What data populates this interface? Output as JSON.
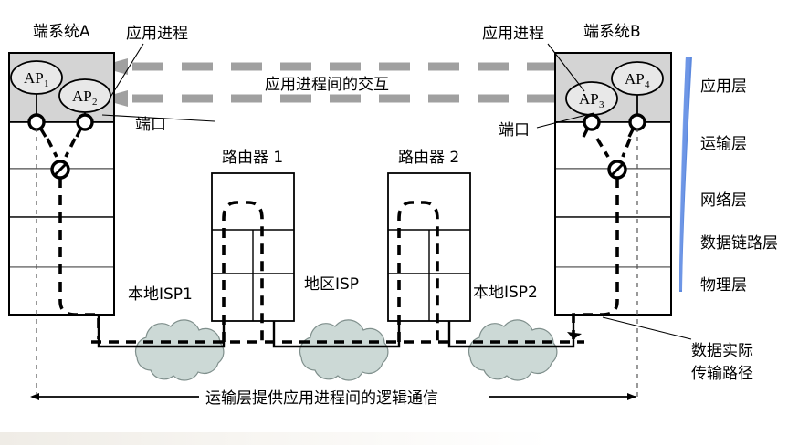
{
  "diagram": {
    "title_left": "端系统A",
    "title_right": "端系统B",
    "label_app_process_left": "应用进程",
    "label_app_process_right": "应用进程",
    "label_port_left": "端口",
    "label_port_right": "端口",
    "label_interaction": "应用进程间的交互",
    "label_router1": "路由器 1",
    "label_router2": "路由器 2",
    "label_isp_local1": "本地ISP1",
    "label_isp_regional": "地区ISP",
    "label_isp_local2": "本地ISP2",
    "label_bottom_arrow": "运输层提供应用进程间的逻辑通信",
    "label_actual_path_line1": "数据实际",
    "label_actual_path_line2": "传输路径",
    "processes": {
      "left": [
        {
          "name": "AP",
          "sub": "1"
        },
        {
          "name": "AP",
          "sub": "2"
        }
      ],
      "right": [
        {
          "name": "AP",
          "sub": "3"
        },
        {
          "name": "AP",
          "sub": "4"
        }
      ]
    },
    "layers": [
      "应用层",
      "运输层",
      "网络层",
      "数据链路层",
      "物理层"
    ],
    "colors": {
      "app_layer_fill": "#d4d4d4",
      "process_fill": "#e8e8e8",
      "cloud_fill": "#ccd9d6",
      "cloud_stroke": "#7f8f8c",
      "arrow_gray": "#a0a0a0",
      "bracket_blue": "#4a7fe0",
      "stroke": "#000000",
      "divider_gray": "#808080",
      "background": "#ffffff"
    }
  }
}
